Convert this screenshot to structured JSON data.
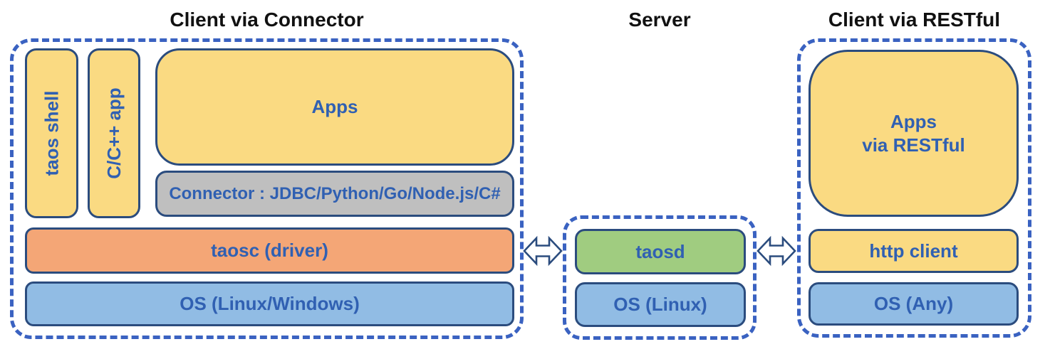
{
  "sections": {
    "connector_client": {
      "title": "Client via Connector",
      "boxes": {
        "taos_shell": "taos shell",
        "cpp_app": "C/C++ app",
        "apps": "Apps",
        "connector": "Connector : JDBC/Python/Go/Node.js/C#",
        "taosc": "taosc (driver)",
        "os": "OS (Linux/Windows)"
      }
    },
    "server": {
      "title": "Server",
      "boxes": {
        "taosd": "taosd",
        "os": "OS (Linux)"
      }
    },
    "restful_client": {
      "title": "Client via RESTful",
      "boxes": {
        "apps_line1": "Apps",
        "apps_line2": "via RESTful",
        "http_client": "http client",
        "os": "OS (Any)"
      }
    }
  },
  "icons": {
    "left_arrow": "double-headed-arrow",
    "right_arrow": "double-headed-arrow"
  },
  "colors": {
    "dashed_border": "#3A62C1",
    "box_border": "#2B4C7E",
    "label_text": "#3060B2",
    "title_text": "#111111",
    "yellow_fill": "#FADA82",
    "gray_fill": "#BFBFBF",
    "orange_fill": "#F4A676",
    "blue_fill": "#91BCE4",
    "green_fill": "#A0CC80"
  }
}
